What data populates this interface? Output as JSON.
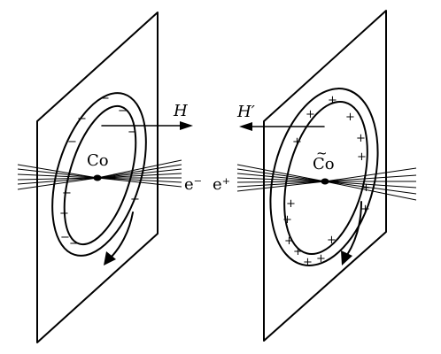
{
  "left": {
    "atom_label": "Co",
    "field_label": "H",
    "particle_label": "e⁻",
    "ring_charge": "−"
  },
  "right": {
    "atom_label": "Co",
    "atom_mark": "~",
    "field_label": "H′",
    "particle_label": "e⁺",
    "ring_charge": "+"
  },
  "colors": {
    "ink": "#000000",
    "paper": "#ffffff"
  },
  "icons": [
    "rotation-arrow-icon",
    "field-arrow-icon"
  ]
}
